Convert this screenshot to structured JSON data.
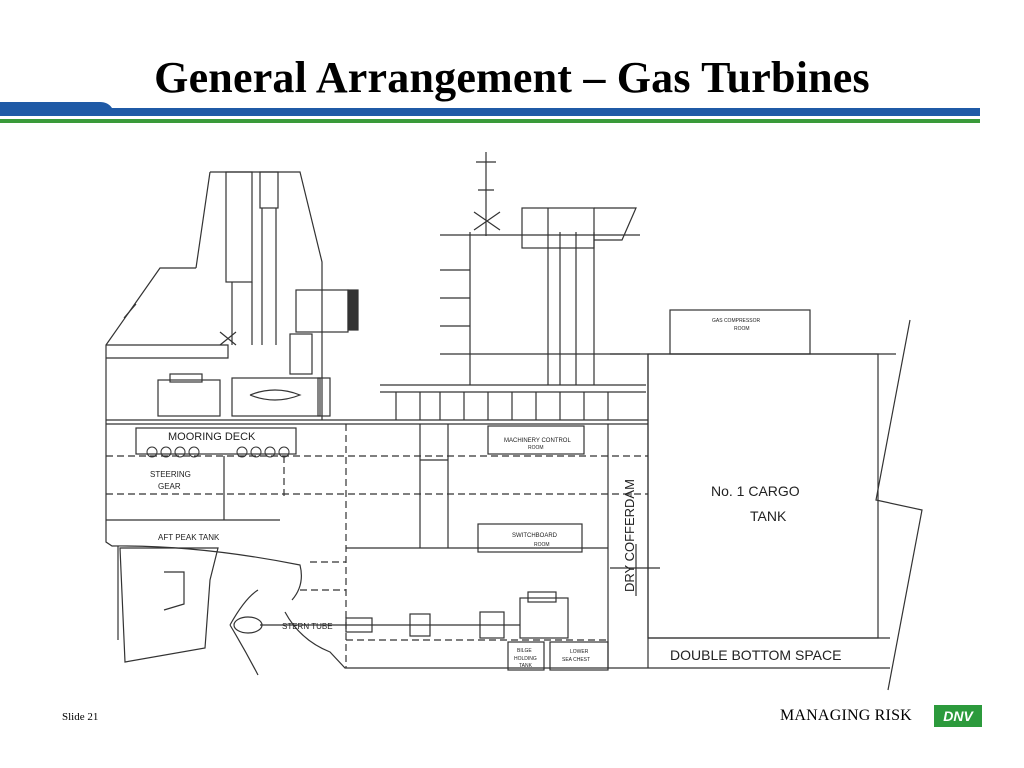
{
  "slide": {
    "title": "General Arrangement – Gas Turbines",
    "number": "Slide 21",
    "tagline": "MANAGING RISK",
    "logo": "DNV"
  },
  "colors": {
    "bar_blue": "#1f5aa6",
    "bar_green": "#3a9a3a",
    "logo_green": "#2c9a3c",
    "line": "#333333"
  },
  "diagram": {
    "labels": {
      "mooring_deck": "MOORING DECK",
      "steering_gear_1": "STEERING",
      "steering_gear_2": "GEAR",
      "aft_peak_tank": "AFT PEAK TANK",
      "stern_tube": "STERN TUBE",
      "machinery_control_1": "MACHINERY CONTROL",
      "machinery_control_2": "ROOM",
      "switchboard_1": "SWITCHBOARD",
      "switchboard_2": "ROOM",
      "bilge_1": "BILGE",
      "bilge_2": "HOLDING",
      "bilge_3": "TANK",
      "lower_sea_chest_1": "LOWER",
      "lower_sea_chest_2": "SEA CHEST",
      "gas_compressor_1": "GAS COMPRESSOR",
      "gas_compressor_2": "ROOM",
      "dry_cofferdam": "DRY COFFERDAM",
      "cargo_tank_1": "No. 1 CARGO",
      "cargo_tank_2": "TANK",
      "double_bottom": "DOUBLE BOTTOM SPACE"
    }
  }
}
